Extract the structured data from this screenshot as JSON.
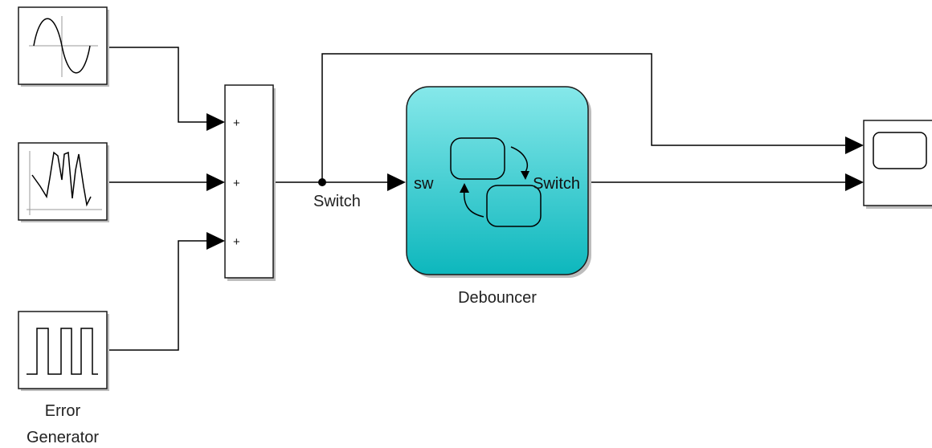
{
  "blocks": {
    "sine_wave": {
      "icon": "sine-wave-icon"
    },
    "random_signal": {
      "icon": "noisy-signal-icon"
    },
    "error_generator": {
      "icon": "pulse-train-icon",
      "label_line1": "Error",
      "label_line2": "Generator"
    },
    "sum": {
      "signs": [
        "+",
        "+",
        "+"
      ]
    },
    "debouncer": {
      "label": "Debouncer",
      "input_port": "sw",
      "output_port": "Switch",
      "icon": "state-transition-icon"
    },
    "scope": {
      "icon": "scope-display-icon"
    }
  },
  "signals": {
    "sum_output_label": "Switch"
  },
  "colors": {
    "chart_top": "#86E8EA",
    "chart_bottom": "#0DB7BD",
    "line": "#000000",
    "block_border": "#1a1a1a",
    "block_shadow": "#bdbdbd"
  }
}
